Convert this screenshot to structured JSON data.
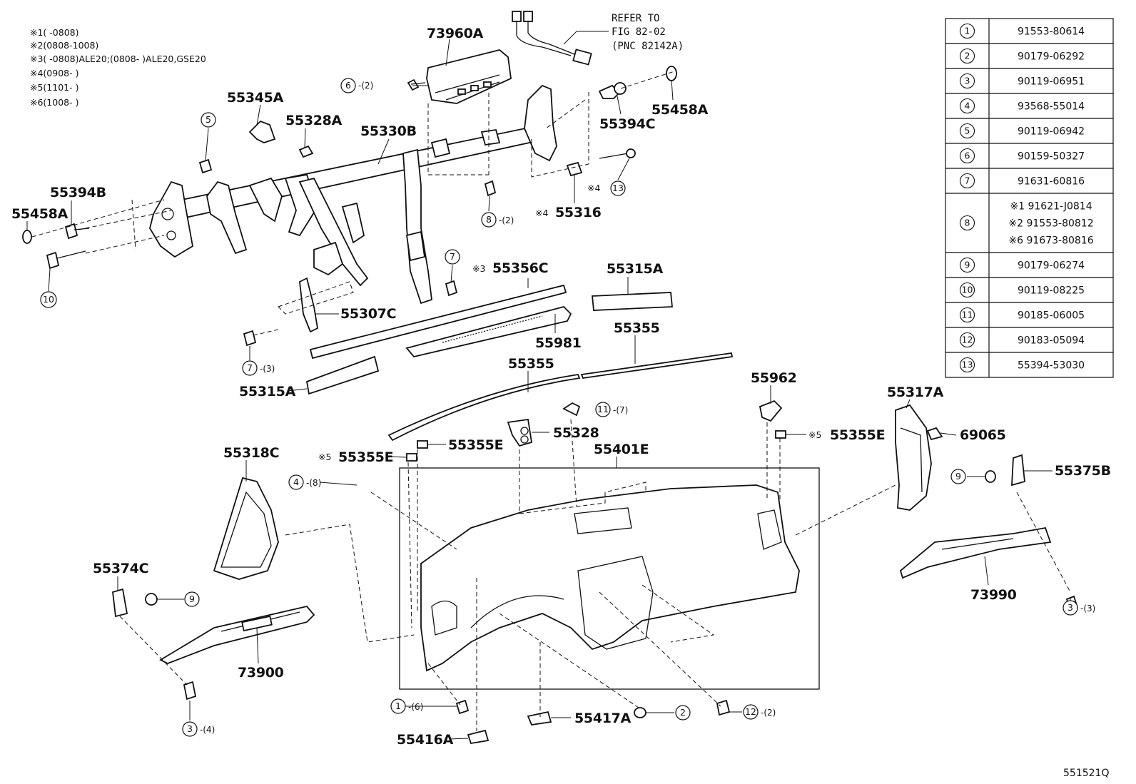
{
  "footer_code": "551521Q",
  "notes": [
    {
      "mark": "※1",
      "text": "(      -0808)"
    },
    {
      "mark": "※2",
      "text": "(0808-1008)"
    },
    {
      "mark": "※3",
      "text": "(      -0808)ALE20;(0808-      )ALE20,GSE20"
    },
    {
      "mark": "※4",
      "text": "(0908-      )"
    },
    {
      "mark": "※5",
      "text": "(1101-      )"
    },
    {
      "mark": "※6",
      "text": "(1008-      )"
    }
  ],
  "refer": {
    "line1": "REFER TO",
    "line2": "FIG 82-02",
    "line3": "(PNC 82142A)"
  },
  "labels": {
    "p73960A": "73960A",
    "p55345A": "55345A",
    "p55328A": "55328A",
    "p55330B": "55330B",
    "p55394C": "55394C",
    "p55458A_r": "55458A",
    "p55394B": "55394B",
    "p55458A_l": "55458A",
    "p55316": "55316",
    "p55356C": "55356C",
    "p55315A_r": "55315A",
    "p55307C": "55307C",
    "p55981": "55981",
    "p55355_r": "55355",
    "p55355_m": "55355",
    "p55315A_l": "55315A",
    "p55962": "55962",
    "p55317A": "55317A",
    "p69065": "69065",
    "p55328": "55328",
    "p55355E_m": "55355E",
    "p55355E_l": "55355E",
    "p55355E_r": "55355E",
    "p55318C": "55318C",
    "p55401E": "55401E",
    "p55375B": "55375B",
    "p55374C": "55374C",
    "p73990": "73990",
    "p73900": "73900",
    "p55417A": "55417A",
    "p55416A": "55416A"
  },
  "marks": {
    "m4": "※4",
    "m3": "※3",
    "m5": "※5"
  },
  "callouts": {
    "c6": {
      "num": "6",
      "qty": "-(2)"
    },
    "c5": {
      "num": "5"
    },
    "c13": {
      "num": "13"
    },
    "c8": {
      "num": "8",
      "qty": "-(2)"
    },
    "c10": {
      "num": "10"
    },
    "c7a": {
      "num": "7"
    },
    "c7b": {
      "num": "7",
      "qty": "-(3)"
    },
    "c11": {
      "num": "11",
      "qty": "-(7)"
    },
    "c4": {
      "num": "4",
      "qty": "-(8)"
    },
    "c9a": {
      "num": "9"
    },
    "c9b": {
      "num": "9"
    },
    "c3a": {
      "num": "3",
      "qty": "-(3)"
    },
    "c3b": {
      "num": "3",
      "qty": "-(4)"
    },
    "c1": {
      "num": "1",
      "qty": "-(6)"
    },
    "c2": {
      "num": "2"
    },
    "c12": {
      "num": "12",
      "qty": "-(2)"
    }
  },
  "parts_table": [
    {
      "num": "1",
      "part": "91553-80614"
    },
    {
      "num": "2",
      "part": "90179-06292"
    },
    {
      "num": "3",
      "part": "90119-06951"
    },
    {
      "num": "4",
      "part": "93568-55014"
    },
    {
      "num": "5",
      "part": "90119-06942"
    },
    {
      "num": "6",
      "part": "90159-50327"
    },
    {
      "num": "7",
      "part": "91631-60816"
    },
    {
      "num": "8",
      "part": "※1 91621-J0814",
      "part2": "※2 91553-80812",
      "part3": "※6 91673-80816"
    },
    {
      "num": "9",
      "part": "90179-06274"
    },
    {
      "num": "10",
      "part": "90119-08225"
    },
    {
      "num": "11",
      "part": "90185-06005"
    },
    {
      "num": "12",
      "part": "90183-05094"
    },
    {
      "num": "13",
      "part": "55394-53030"
    }
  ]
}
